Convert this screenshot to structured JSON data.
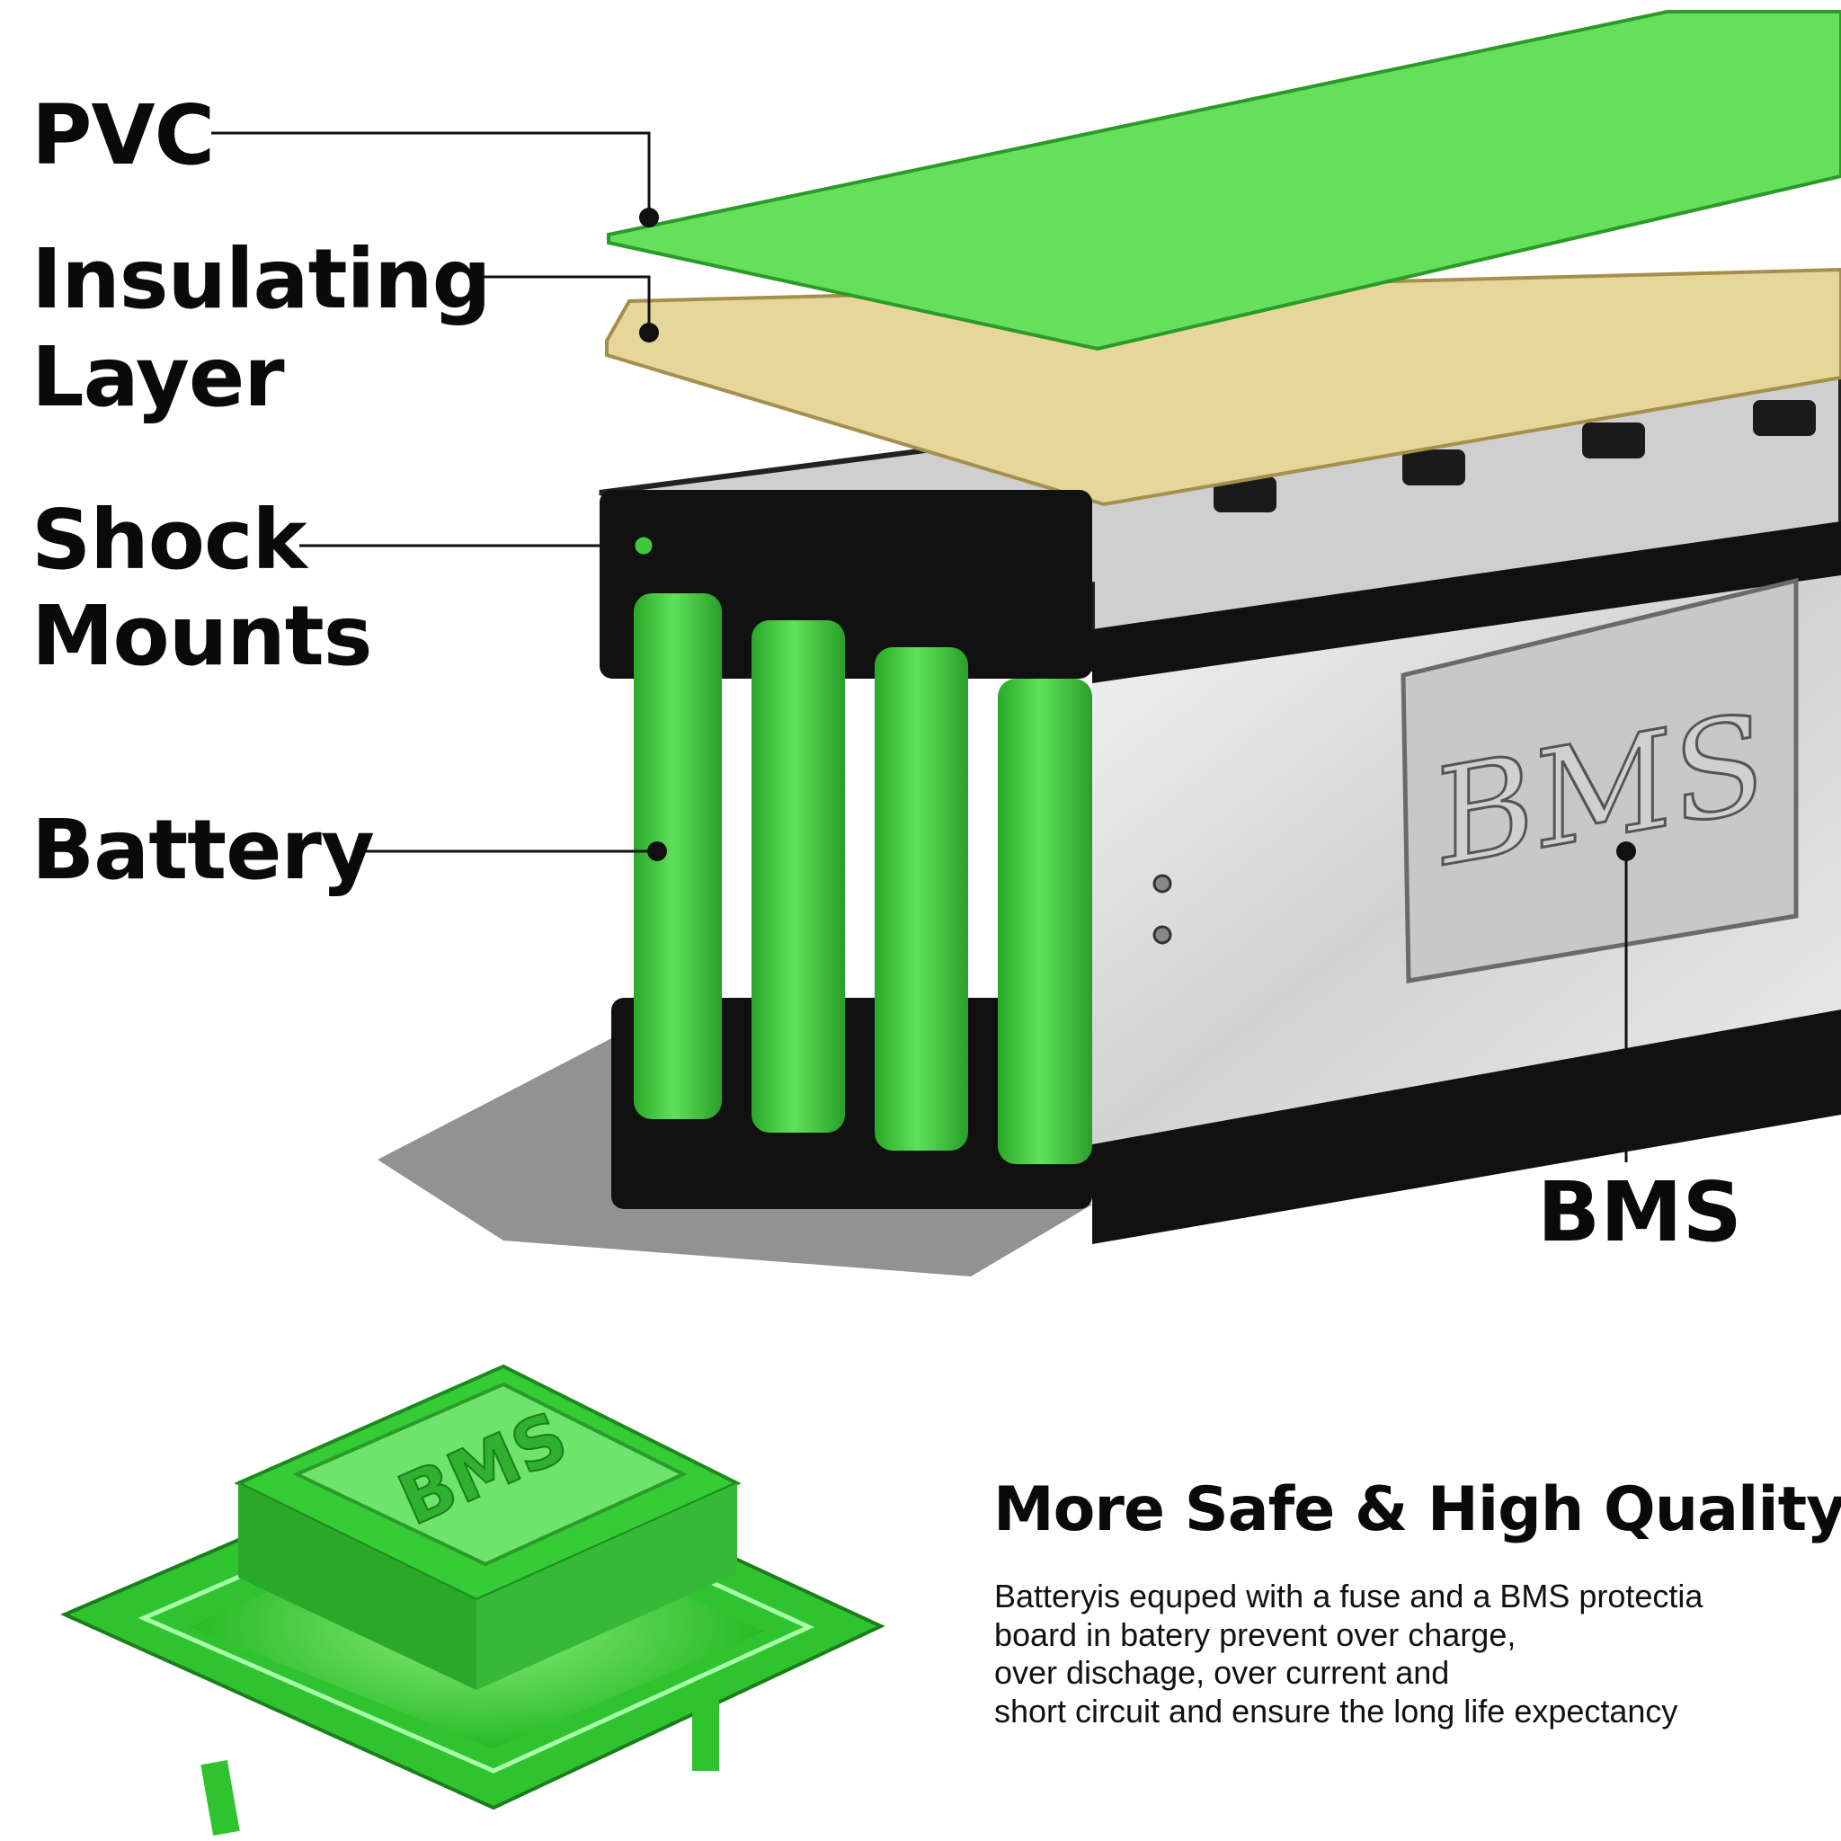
{
  "labels": {
    "pvc": "PVC",
    "insulating_line1": "Insulating",
    "insulating_line2": "Layer",
    "shock_line1": "Shock",
    "shock_line2": "Mounts",
    "battery": "Battery",
    "bms": "BMS"
  },
  "pack": {
    "plate_text": "BMS"
  },
  "chip": {
    "text": "BMS"
  },
  "info": {
    "heading": "More Safe & High Quality",
    "lines": [
      "Batteryis equped with a fuse and a BMS protectia",
      "board in batery prevent over charge,",
      "over dischage, over current and",
      "short circuit and ensure the long life expectancy"
    ]
  },
  "colors": {
    "pvc": "#66e05a",
    "insulating": "#e6d69a",
    "cell": "#3ec93a",
    "frame": "#111111",
    "steel": "#d9d9d9",
    "chip": "#3dd23a"
  }
}
